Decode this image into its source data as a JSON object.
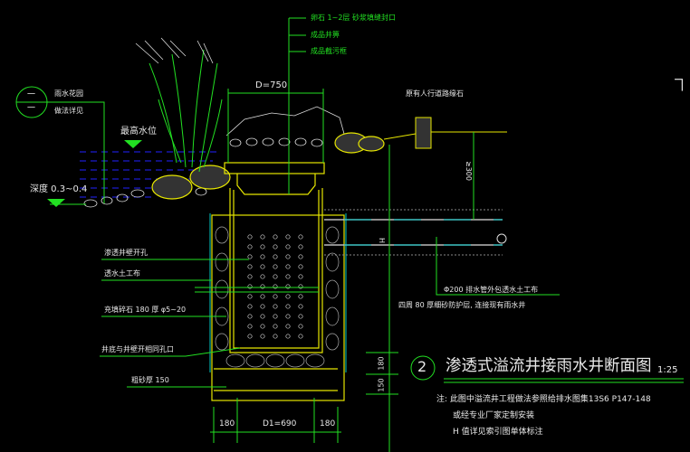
{
  "drawing": {
    "callouts_top": [
      "卵石 1~2层 砂浆填缝封口",
      "成品井箅",
      "成品截污框"
    ],
    "dim_top": "D=750",
    "curb_label": "原有人行道路缘石",
    "detail_symbol": {
      "top": "一",
      "bottom": "一"
    },
    "detail_ref": [
      "雨水花园",
      "做法详见"
    ],
    "max_water_level": "最高水位",
    "depth_label": "深度 0.3~0.4",
    "left_callouts": {
      "perforation": "渗透井壁开孔",
      "geotextile": "透水土工布",
      "gravel": "充填碎石      180 厚  φ5~20",
      "bottom_holes": "井底与井壁开相同孔口",
      "sand": "粗砂厚      150"
    },
    "dim_vertical_gap": "≥300",
    "pipe_h": "H",
    "pipe_label": "Φ200 排水管外包透水土工布",
    "pipe_surround": "四周   80 厚细砂防护层, 连接现有雨水井",
    "dims_bottom": [
      "180",
      "D1=690",
      "180"
    ],
    "dims_right": [
      "180",
      "150"
    ],
    "right_edge_fragment": "┌─"
  },
  "title": {
    "number": "2",
    "text": "渗透式溢流井接雨水井断面图",
    "scale": "1:25"
  },
  "notes": [
    "注: 此图中溢流井工程做法参照给排水图集13S6    P147-148",
    "或经专业厂家定制安装",
    "H  值详见索引图单体标注"
  ],
  "colors": {
    "green": "#22e022",
    "yellow": "#e6e600",
    "blue": "#2222ff",
    "cyan": "#00c8c8",
    "white": "#e8e8e8"
  }
}
